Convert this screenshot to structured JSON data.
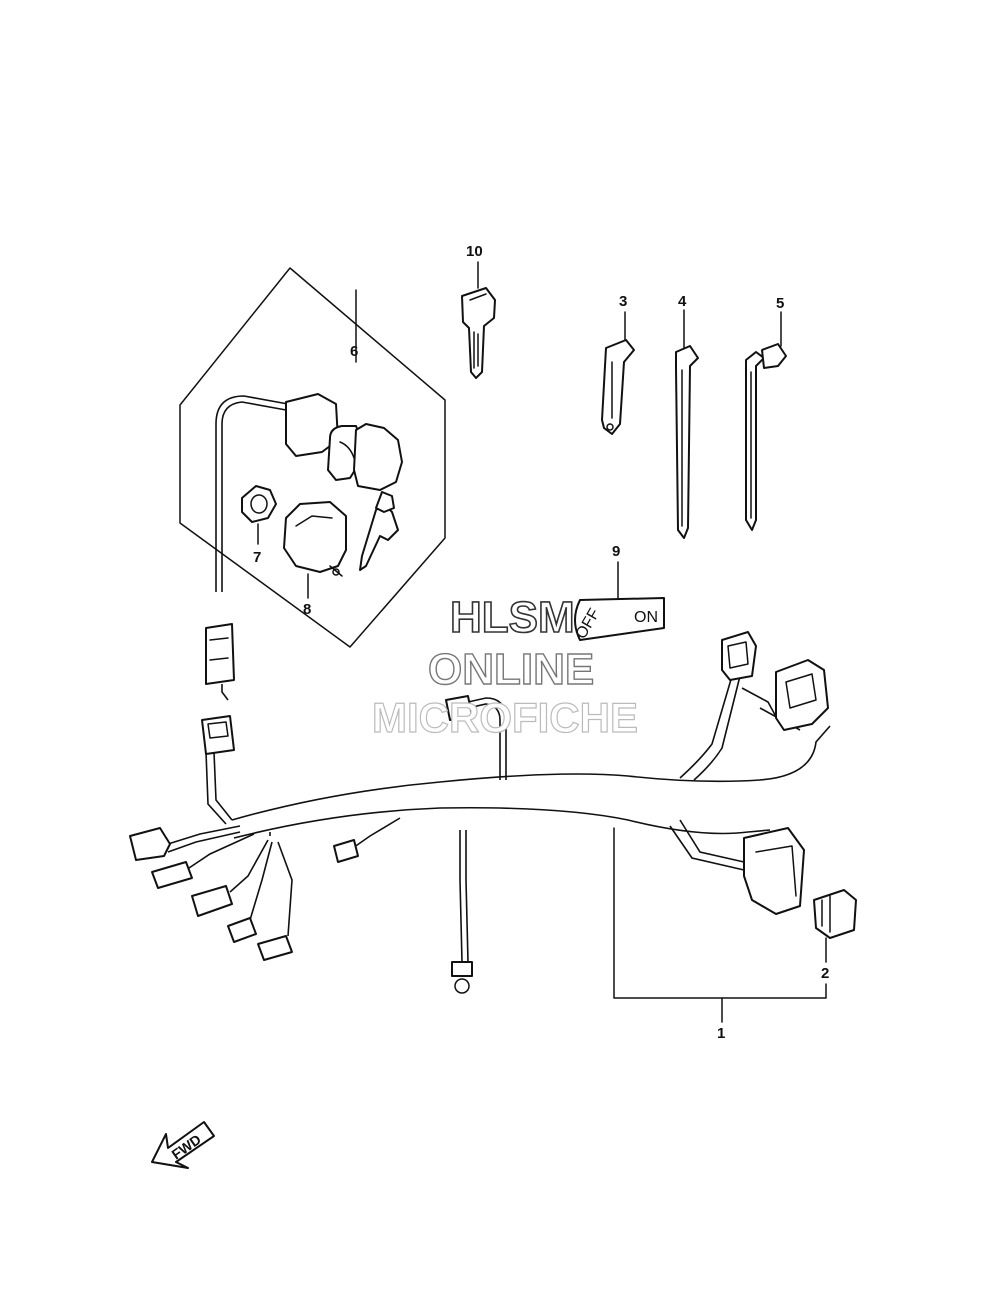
{
  "callouts": [
    {
      "id": "1",
      "label": "1"
    },
    {
      "id": "2",
      "label": "2"
    },
    {
      "id": "3",
      "label": "3"
    },
    {
      "id": "4",
      "label": "4"
    },
    {
      "id": "5",
      "label": "5"
    },
    {
      "id": "6",
      "label": "6"
    },
    {
      "id": "7",
      "label": "7"
    },
    {
      "id": "8",
      "label": "8"
    },
    {
      "id": "9",
      "label": "9"
    },
    {
      "id": "10",
      "label": "10"
    }
  ],
  "switch_plate": {
    "off_label": "OFF",
    "on_label": "ON"
  },
  "watermark": {
    "line1": "HLSM",
    "line2": "ONLINE",
    "line3": "MICROFICHE"
  },
  "direction_indicator": {
    "label": "FWD"
  }
}
